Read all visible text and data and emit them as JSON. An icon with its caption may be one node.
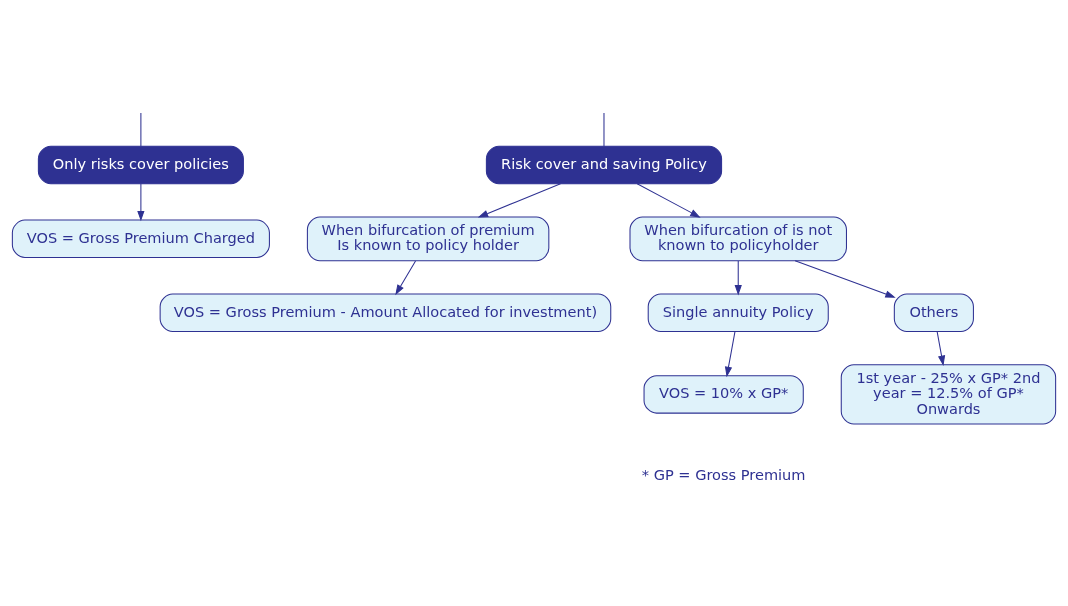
{
  "diagram": {
    "nodes": [
      {
        "text": [
          "Only risks cover policies"
        ]
      },
      {
        "text": [
          "Risk cover and saving Policy"
        ]
      },
      {
        "text": [
          "VOS = Gross Premium Charged"
        ]
      },
      {
        "text": [
          "When bifurcation of premium Is known to policy holder"
        ]
      },
      {
        "text": [
          "When bifurcation of is not known to policyholder"
        ]
      },
      {
        "text": [
          "VOS = Gross Premium - Amount Allocated for investment)"
        ]
      },
      {
        "text": [
          "Single annuity Policy"
        ]
      },
      {
        "text": [
          "Others"
        ]
      },
      {
        "text": [
          "VOS = 10% x GP*"
        ]
      },
      {
        "text": [
          "1st year - 25% x GP* 2nd year = 12.5% of GP* Onwards"
        ]
      }
    ],
    "edges": [
      {
        "from": null,
        "to": 0,
        "arrow": "none"
      },
      {
        "from": null,
        "to": 1,
        "arrow": "none"
      },
      {
        "from": 0,
        "to": 2,
        "arrow": "to"
      },
      {
        "from": 1,
        "to": 3,
        "arrow": "to"
      },
      {
        "from": 1,
        "to": 4,
        "arrow": "to"
      },
      {
        "from": 3,
        "to": 5,
        "arrow": "to"
      },
      {
        "from": 4,
        "to": 6,
        "arrow": "to"
      },
      {
        "from": 4,
        "to": 7,
        "arrow": "to"
      },
      {
        "from": 6,
        "to": 8,
        "arrow": "to"
      },
      {
        "from": 7,
        "to": 9,
        "arrow": "to"
      }
    ],
    "labels": [
      "* GP = Gross Premium"
    ]
  }
}
